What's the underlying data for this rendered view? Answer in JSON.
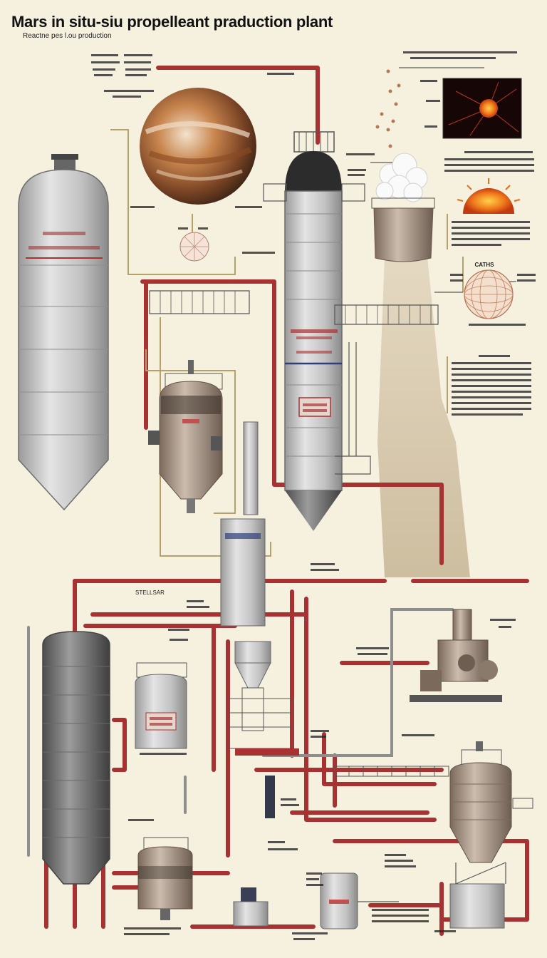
{
  "header": {
    "title": "Mars in situ-siu propelleant praduction plant",
    "subtitle": "Reactne pes l.ou production"
  },
  "labels": {
    "caths": "CATHS",
    "stellsar": "STELLSAR"
  },
  "colors": {
    "background": "#f6f1df",
    "pipe_red": "#a83232",
    "steel_light": "#c9c9c9",
    "steel_dark": "#555555",
    "leader_tan": "#b8a06a",
    "sun_orange": "#e86a1a"
  },
  "icons": {
    "planet": "planet-icon",
    "sun": "sun-icon",
    "sphere": "geodesic-sphere-icon",
    "steam": "steam-cloud-icon"
  }
}
